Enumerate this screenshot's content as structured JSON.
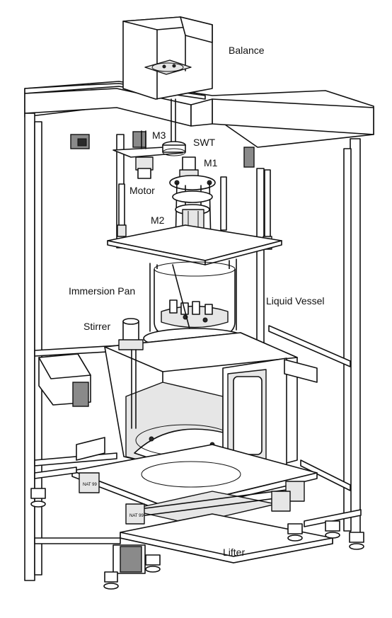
{
  "labels": {
    "balance": "Balance",
    "m3": "M3",
    "swt": "SWT",
    "m1": "M1",
    "motor": "Motor",
    "m2": "M2",
    "immersion_pan": "Immersion Pan",
    "liquid_vessel": "Liquid Vessel",
    "stirrer": "Stirrer",
    "lifter": "Lifter"
  }
}
